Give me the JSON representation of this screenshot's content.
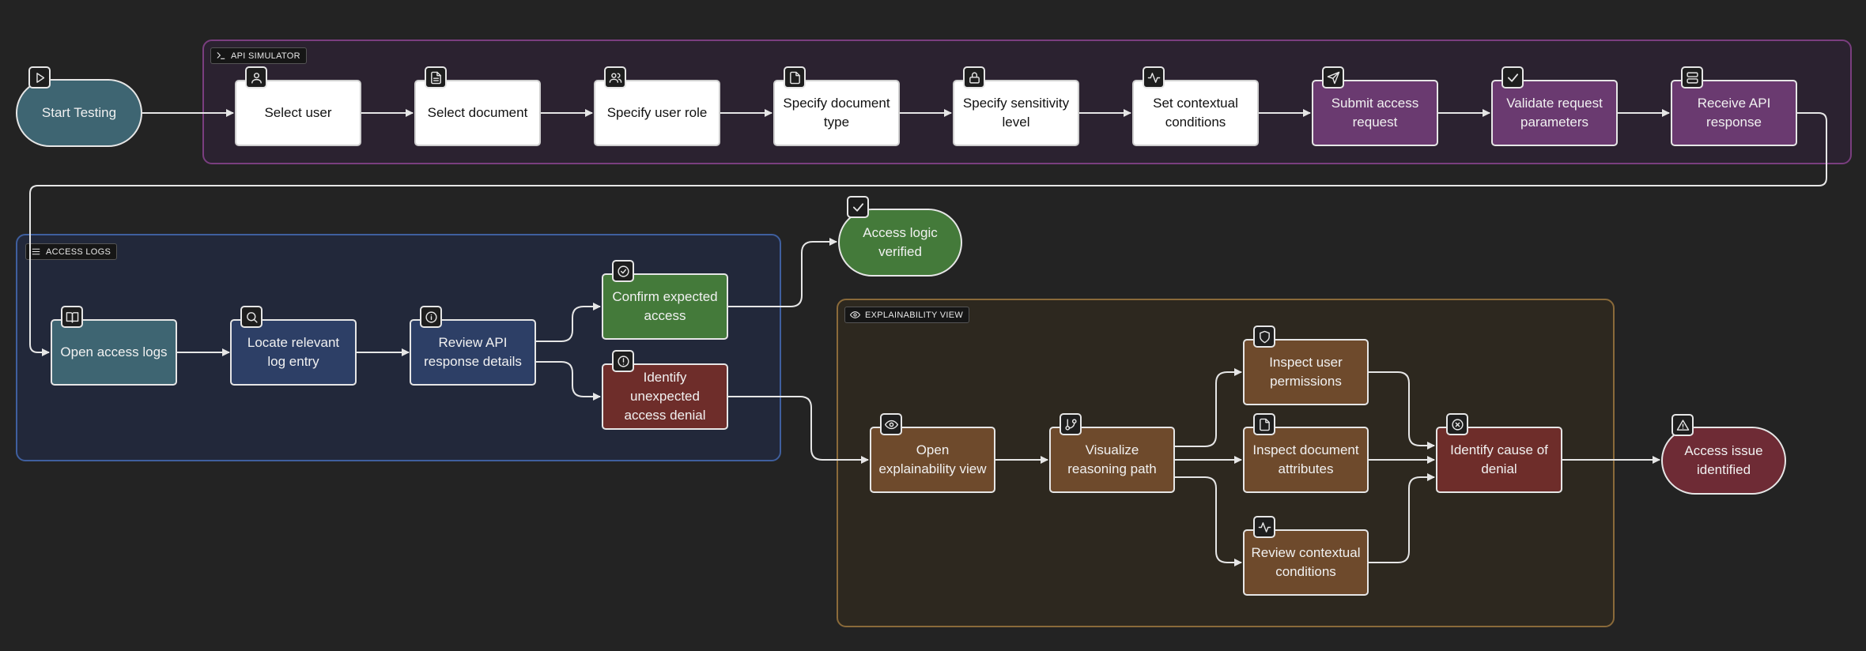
{
  "groups": {
    "api_simulator": "API SIMULATOR",
    "access_logs": "ACCESS LOGS",
    "explainability_view": "EXPLAINABILITY VIEW"
  },
  "nodes": {
    "start_testing": "Start Testing",
    "select_user": "Select user",
    "select_document": "Select document",
    "specify_user_role": "Specify user role",
    "specify_document_type": "Specify document type",
    "specify_sensitivity_level": "Specify sensitivity level",
    "set_contextual_conditions": "Set contextual conditions",
    "submit_access_request": "Submit access request",
    "validate_request_parameters": "Validate request parameters",
    "receive_api_response": "Receive API response",
    "open_access_logs": "Open access logs",
    "locate_relevant_log_entry": "Locate relevant log entry",
    "review_api_response_details": "Review API response details",
    "confirm_expected_access": "Confirm expected access",
    "identify_unexpected_access_denial": "Identify unexpected access denial",
    "access_logic_verified": "Access logic verified",
    "open_explainability_view": "Open explainability view",
    "visualize_reasoning_path": "Visualize reasoning path",
    "inspect_user_permissions": "Inspect user permissions",
    "inspect_document_attributes": "Inspect document attributes",
    "review_contextual_conditions": "Review contextual conditions",
    "identify_cause_of_denial": "Identify cause of denial",
    "access_issue_identified": "Access issue identified"
  },
  "icons": {
    "start_testing": "play-icon",
    "select_user": "user-icon",
    "select_document": "document-icon",
    "specify_user_role": "users-icon",
    "specify_document_type": "file-icon",
    "specify_sensitivity_level": "lock-icon",
    "set_contextual_conditions": "activity-icon",
    "submit_access_request": "send-icon",
    "validate_request_parameters": "check-icon",
    "receive_api_response": "server-icon",
    "open_access_logs": "book-icon",
    "locate_relevant_log_entry": "search-icon",
    "review_api_response_details": "info-icon",
    "confirm_expected_access": "check-circle-icon",
    "identify_unexpected_access_denial": "alert-circle-icon",
    "access_logic_verified": "check-icon",
    "open_explainability_view": "eye-icon",
    "visualize_reasoning_path": "git-branch-icon",
    "inspect_user_permissions": "shield-icon",
    "inspect_document_attributes": "file-icon",
    "review_contextual_conditions": "activity-icon",
    "identify_cause_of_denial": "x-circle-icon",
    "access_issue_identified": "alert-triangle-icon"
  },
  "colors": {
    "background": "#232323",
    "api_group": "#7a3e7f",
    "logs_group": "#3f5f9e",
    "explain_group": "#8a6a3a",
    "success": "#447a3a",
    "failure": "#6e2b35"
  }
}
